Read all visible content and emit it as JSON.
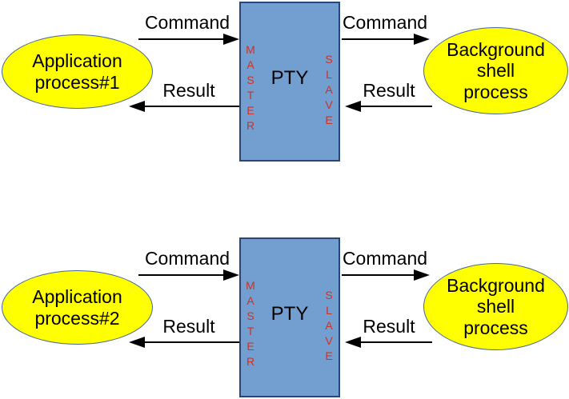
{
  "colors": {
    "ellipse_fill": "#ffff00",
    "ellipse_border": "#46679a",
    "box_fill": "#729fcf",
    "box_border": "#27477a",
    "side_label": "#cc3126",
    "arrow_color": "#000000",
    "text_color": "#000000"
  },
  "diagrams": [
    {
      "app_process": "Application\nprocess#1",
      "cmd_left": "Command",
      "res_left": "Result",
      "pty": "PTY",
      "master": "MASTER",
      "slave": "SLAVE",
      "cmd_right": "Command",
      "res_right": "Result",
      "shell_process": "Background\nshell\nprocess"
    },
    {
      "app_process": "Application\nprocess#2",
      "cmd_left": "Command",
      "res_left": "Result",
      "pty": "PTY",
      "master": "MASTER",
      "slave": "SLAVE",
      "cmd_right": "Command",
      "res_right": "Result",
      "shell_process": "Background\nshell\nprocess"
    }
  ]
}
